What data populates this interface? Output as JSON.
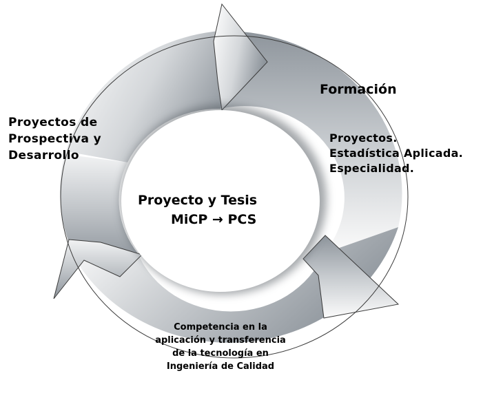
{
  "diagram": {
    "left_label": {
      "lines": [
        "Proyectos de",
        "Prospectiva y",
        "Desarrollo"
      ]
    },
    "top_right_title": "Formación",
    "right_label": {
      "lines": [
        "Proyectos.",
        "Estadística Aplicada.",
        "Especialidad."
      ]
    },
    "center_label": {
      "line1": "Proyecto y Tesis",
      "line2": "MiCP → PCS"
    },
    "bottom_label": {
      "lines": [
        "Competencia en la",
        "aplicación y transferencia",
        "de la tecnología en",
        "Ingeniería de Calidad"
      ]
    }
  },
  "colors": {
    "ring_dark": "#8e959c",
    "ring_mid": "#c7cbcf",
    "ring_light": "#f4f5f6",
    "outline": "#3a3a3a",
    "text": "#000000"
  }
}
